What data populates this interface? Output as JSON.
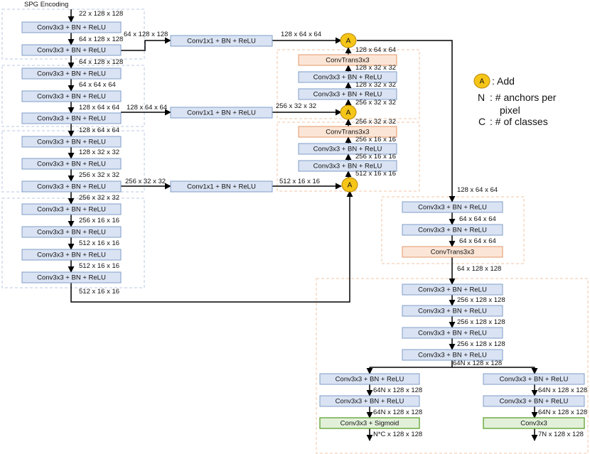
{
  "title": "SPG Encoding",
  "blocks": {
    "enc_1": "Conv3x3 + BN + ReLU",
    "enc_2": "Conv3x3 + BN + ReLU",
    "enc_3": "Conv3x3 + BN + ReLU",
    "enc_4": "Conv3x3 + BN + ReLU",
    "enc_5": "Conv3x3 + BN + ReLU",
    "enc_6": "Conv3x3 + BN + ReLU",
    "enc_7": "Conv3x3 + BN + ReLU",
    "enc_8": "Conv3x3 + BN + ReLU",
    "enc_9": "Conv3x3 + BN + ReLU",
    "enc_10": "Conv3x3 + BN + ReLU",
    "lat_1": "Conv1x1 + BN + ReLU",
    "lat_2": "Conv1x1 + BN + ReLU",
    "lat_3": "Conv1x1 + BN + ReLU",
    "up1_conv_a": "Conv3x3 + BN + ReLU",
    "up1_conv_b": "Conv3x3 + BN + ReLU",
    "up1_trans": "ConvTrans3x3",
    "up2_conv_a": "Conv3x3 + BN + ReLU",
    "up2_conv_b": "Conv3x3 + BN + ReLU",
    "up2_trans": "ConvTrans3x3",
    "dec_1": "Conv3x3 + BN + ReLU",
    "dec_2": "Conv3x3 + BN + ReLU",
    "dec_trans": "ConvTrans3x3",
    "head_1": "Conv3x3 + BN + ReLU",
    "head_2": "Conv3x3 + BN + ReLU",
    "head_3": "Conv3x3 + BN + ReLU",
    "head_4": "Conv3x3 + BN + ReLU",
    "cls_1": "Conv3x3 + BN + ReLU",
    "cls_2": "Conv3x3 + BN + ReLU",
    "cls_out": "Conv3x3 + Sigmoid",
    "reg_1": "Conv3x3 + BN + ReLU",
    "reg_2": "Conv3x3 + BN + ReLU",
    "reg_out": "Conv3x3"
  },
  "dims": {
    "d1": "22 x 128 x 128",
    "d2": "64 x 128 x 128",
    "d3": "64 x 128 x 128",
    "d4": "64 x 128 x 128",
    "d5": "64 x 64 x 64",
    "d6": "128 x 64 x 64",
    "d7": "128 x 64 x 64",
    "d8": "128 x 32 x 32",
    "d9": "256 x 32 x 32",
    "d10": "256 x 32 x 32",
    "d11": "256 x 16 x 16",
    "d12": "512 x 16 x 16",
    "d13": "512 x 16 x 16",
    "d14": "512 x 16 x 16",
    "l1": "128 x 64 x 64",
    "l2": "128 x 64 x 64",
    "l3": "256 x 32 x 32",
    "l4": "256 x 32 x 32",
    "l5": "512 x 16 x 16",
    "u1": "128 x 64 x 64",
    "u2": "128 x 32 x 32",
    "u3": "128 x 32 x 32",
    "u4": "256 x 32 x 32",
    "u5": "256 x 32 x 32",
    "u6": "256 x 16 x 16",
    "u7": "256 x 16 x 16",
    "u8": "512 x 16 x 16",
    "r1": "128 x 64 x 64",
    "r2": "64 x 64 x 64",
    "r3": "64 x 64 x 64",
    "r4": "64 x 128 x 128",
    "r5": "256 x 128 x 128",
    "r6": "256 x 128 x 128",
    "r7": "256 x 128 x 128",
    "r8": "64N x 128 x 128",
    "c1": "64N x 128 x 128",
    "c2": "64N x 128 x 128",
    "c3": "N*C x 128 x 128",
    "g1": "64N x 128 x 128",
    "g2": "64N x 128 x 128",
    "g3": "7N x 128 x 128"
  },
  "add_label": "A",
  "legend": {
    "add_symbol": "A",
    "add_text": ": Add",
    "n_symbol": "N",
    "n_text_1": ": # anchors per",
    "n_text_2": "pixel",
    "c_symbol": "C",
    "c_text": ": # of classes"
  },
  "colors": {
    "block_fill": "#dae3f3",
    "block_stroke": "#7f9cc8",
    "trans_fill": "#fbe5d6",
    "trans_stroke": "#e3996b",
    "output_fill": "#e2f0d9",
    "output_stroke": "#70ad47",
    "add_fill": "#f5c518"
  }
}
